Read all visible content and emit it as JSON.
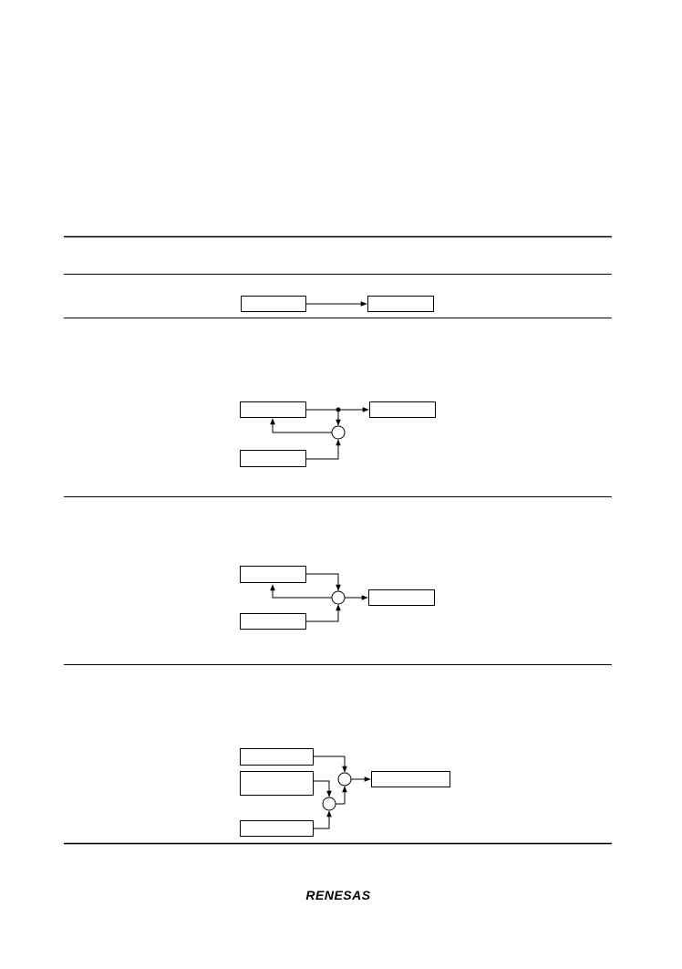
{
  "colors": {
    "ink": "#000000",
    "paper": "#ffffff"
  },
  "table": {
    "rows": [
      {
        "id": "row-1",
        "diagram": "single-transfer"
      },
      {
        "id": "row-2",
        "diagram": "feedback-add"
      },
      {
        "id": "row-3",
        "diagram": "two-input-add"
      },
      {
        "id": "row-4",
        "diagram": "three-input-add"
      }
    ]
  },
  "footer": {
    "logo_text": "RENESAS",
    "logo_icon": "renesas-logo"
  }
}
